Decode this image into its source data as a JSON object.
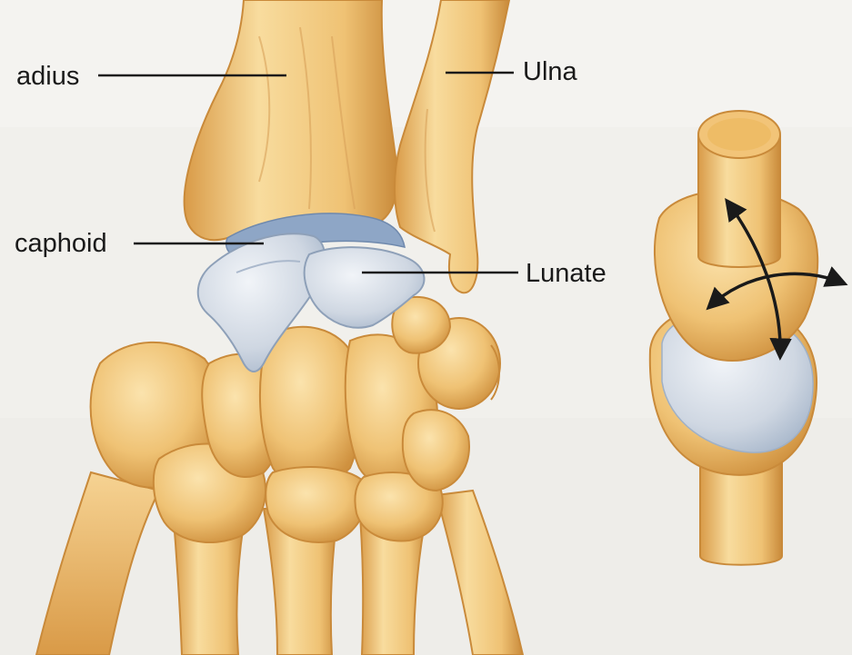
{
  "labels": {
    "radius": "adius",
    "ulna": "Ulna",
    "scaphoid": "caphoid",
    "lunate": "Lunate"
  },
  "colors": {
    "background": "#f1f0ec",
    "bone": "#eebf6e",
    "bone_light": "#f8dc9e",
    "bone_shadow": "#c98a3a",
    "cartilage": "#cfd7e2",
    "cartilage_blue": "#8ea6c6",
    "leader_line": "#1a1a1a",
    "arrow": "#1a1a1a"
  }
}
